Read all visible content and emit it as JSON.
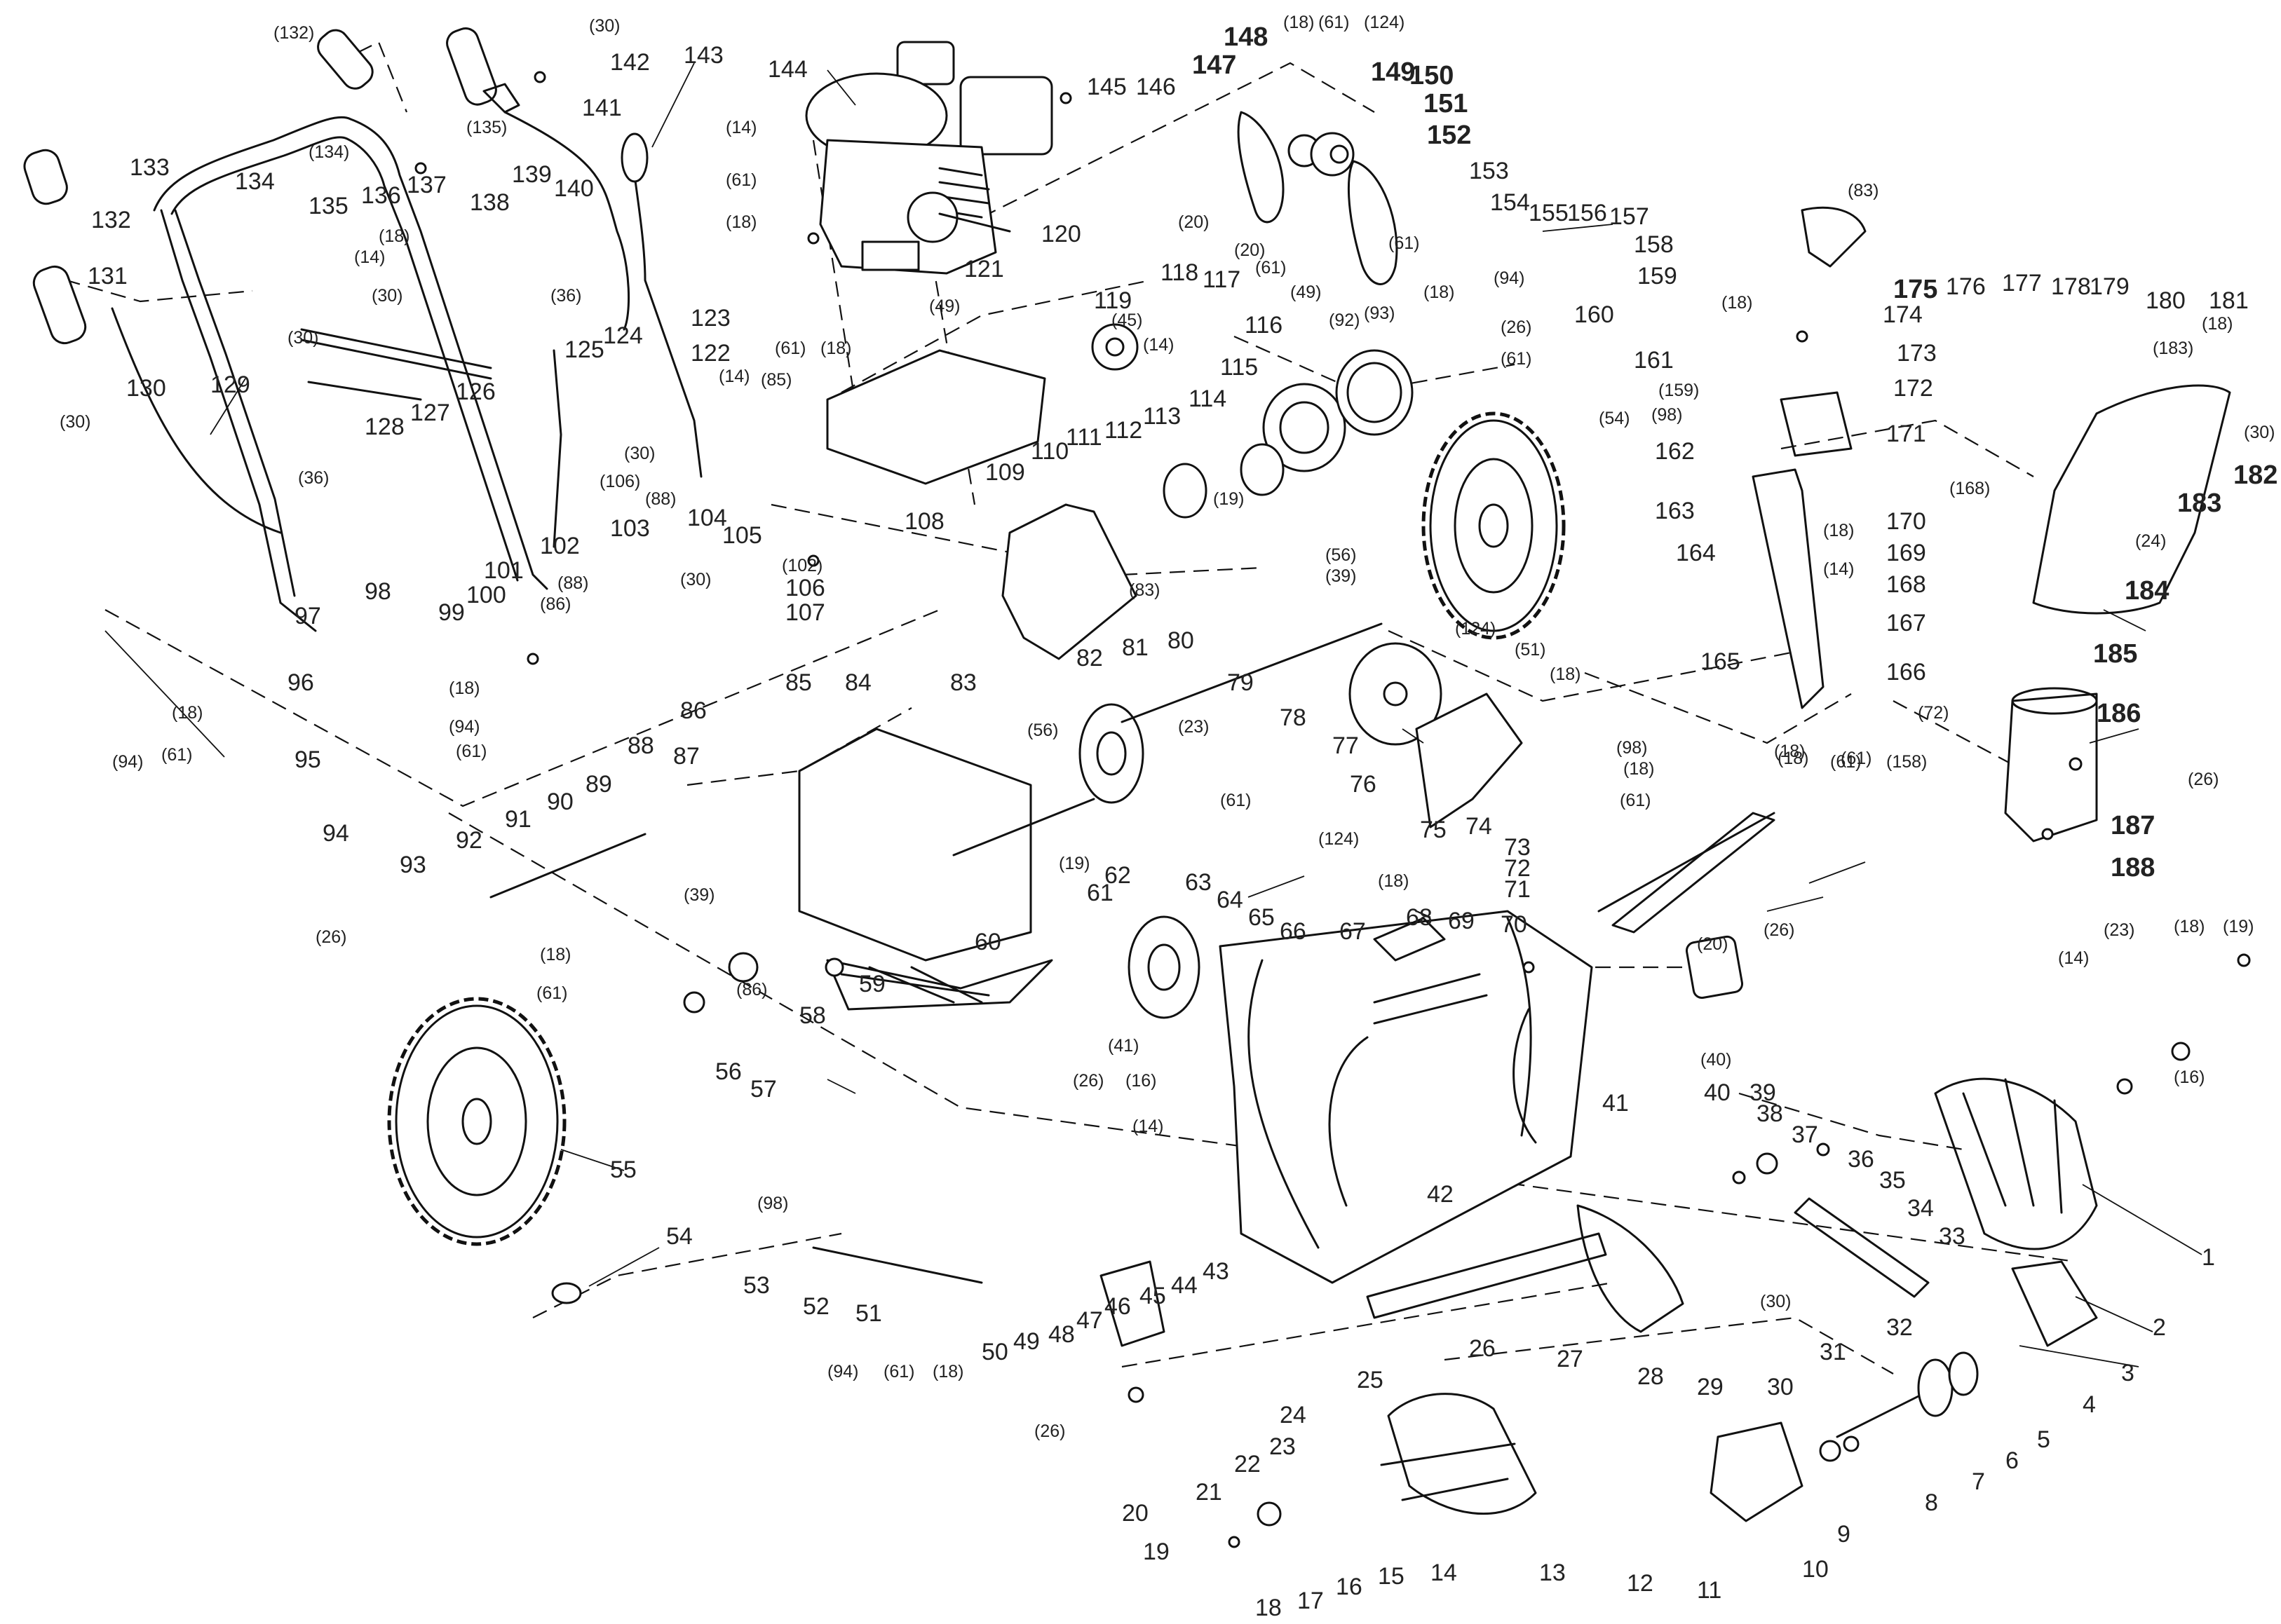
{
  "callouts": [
    "1",
    "2",
    "3",
    "4",
    "5",
    "6",
    "7",
    "8",
    "9",
    "10",
    "11",
    "12",
    "13",
    "14",
    "15",
    "16",
    "17",
    "18",
    "19",
    "20",
    "21",
    "22",
    "23",
    "24",
    "25",
    "26",
    "27",
    "28",
    "29",
    "30",
    "31",
    "32",
    "33",
    "34",
    "35",
    "36",
    "37",
    "38",
    "39",
    "40",
    "41",
    "42",
    "43",
    "44",
    "45",
    "46",
    "47",
    "48",
    "49",
    "50",
    "51",
    "52",
    "53",
    "54",
    "55",
    "56",
    "57",
    "58",
    "59",
    "60",
    "61",
    "62",
    "63",
    "64",
    "65",
    "66",
    "67",
    "68",
    "69",
    "70",
    "71",
    "72",
    "73",
    "74",
    "75",
    "76",
    "77",
    "78",
    "79",
    "80",
    "81",
    "82",
    "83",
    "84",
    "85",
    "86",
    "87",
    "88",
    "89",
    "90",
    "91",
    "92",
    "93",
    "94",
    "95",
    "96",
    "97",
    "98",
    "99",
    "100",
    "101",
    "102",
    "103",
    "104",
    "105",
    "106",
    "107",
    "108",
    "109",
    "110",
    "111",
    "112",
    "113",
    "114",
    "115",
    "116",
    "117",
    "118",
    "119",
    "120",
    "121",
    "122",
    "123",
    "124",
    "125",
    "126",
    "127",
    "128",
    "129",
    "130",
    "131",
    "132",
    "133",
    "134",
    "135",
    "136",
    "137",
    "138",
    "139",
    "140",
    "141",
    "142",
    "143",
    "144",
    "145",
    "146",
    "147",
    "148",
    "149",
    "150",
    "151",
    "152",
    "153",
    "154",
    "155",
    "156",
    "157",
    "158",
    "159",
    "160",
    "161",
    "162",
    "163",
    "164",
    "165",
    "166",
    "167",
    "168",
    "169",
    "170",
    "171",
    "172",
    "173",
    "174",
    "175",
    "176",
    "177",
    "178",
    "179",
    "180",
    "181",
    "182",
    "183",
    "184",
    "185",
    "186",
    "187",
    "188"
  ],
  "parens": [
    "(132)",
    "(30)",
    "(135)",
    "(134)",
    "(18)",
    "(14)",
    "(30)",
    "(36)",
    "(30)",
    "(36)",
    "(30)",
    "(85)",
    "(14)",
    "(30)",
    "(106)",
    "(88)",
    "(88)",
    "(86)",
    "(30)",
    "(102)",
    "(18)",
    "(94)",
    "(61)",
    "(18)",
    "(94)",
    "(61)",
    "(14)",
    "(61)",
    "(18)",
    "(49)",
    "(61)",
    "(18)",
    "(20)",
    "(20)",
    "(61)",
    "(49)",
    "(45)",
    "(14)",
    "(18)",
    "(61)",
    "(124)",
    "(61)",
    "(92)",
    "(93)",
    "(94)",
    "(18)",
    "(26)",
    "(61)",
    "(83)",
    "(18)",
    "(159)",
    "(98)",
    "(54)",
    "(18)",
    "(14)",
    "(83)",
    "(19)",
    "(56)",
    "(39)",
    "(124)",
    "(51)",
    "(18)",
    "(18)",
    "(61)",
    "(98)",
    "(18)",
    "(61)",
    "(61)",
    "(124)",
    "(18)",
    "(23)",
    "(56)",
    "(19)",
    "(26)",
    "(18)",
    "(61)",
    "(39)",
    "(86)",
    "(26)",
    "(16)",
    "(41)",
    "(14)",
    "(20)",
    "(26)",
    "(98)",
    "(94)",
    "(61)",
    "(18)",
    "(26)",
    "(40)",
    "(30)",
    "(14)",
    "(23)",
    "(18)",
    "(19)",
    "(16)",
    "(18)",
    "(61)",
    "(158)",
    "(72)",
    "(168)",
    "(24)",
    "(183)",
    "(18)",
    "(30)",
    "(26)"
  ]
}
